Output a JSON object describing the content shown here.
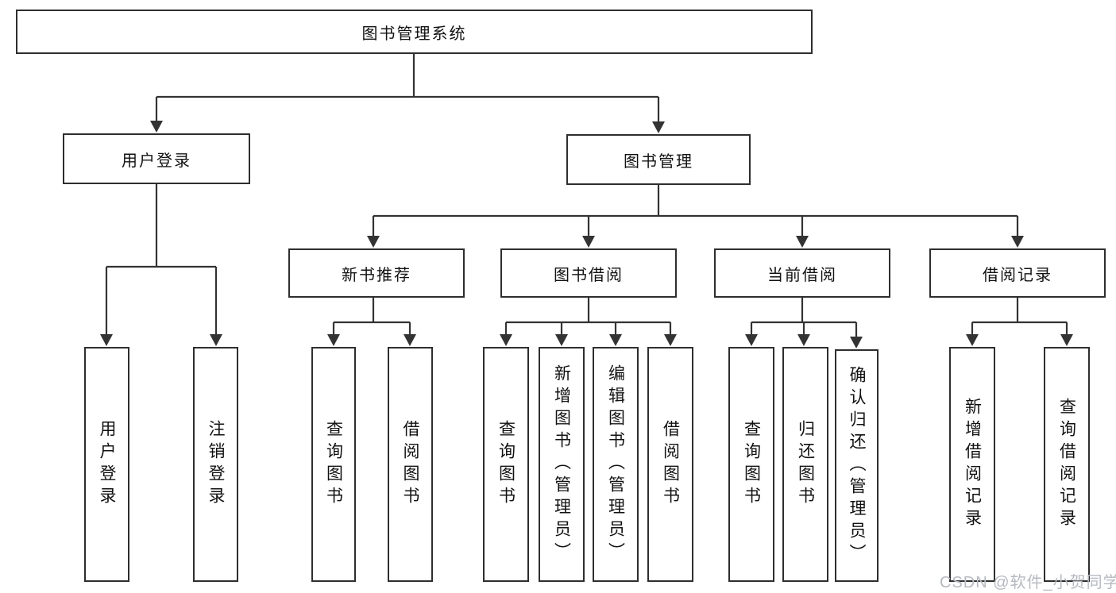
{
  "diagram": {
    "root": {
      "label": "图书管理系统"
    },
    "branches": [
      {
        "label": "用户登录",
        "children": [
          {
            "label": "用户登录"
          },
          {
            "label": "注销登录"
          }
        ]
      },
      {
        "label": "图书管理",
        "children": [
          {
            "label": "新书推荐",
            "children": [
              {
                "label": "查询图书"
              },
              {
                "label": "借阅图书"
              }
            ]
          },
          {
            "label": "图书借阅",
            "children": [
              {
                "label": "查询图书"
              },
              {
                "label": "新增图书（管理员）"
              },
              {
                "label": "编辑图书（管理员）"
              },
              {
                "label": "借阅图书"
              }
            ]
          },
          {
            "label": "当前借阅",
            "children": [
              {
                "label": "查询图书"
              },
              {
                "label": "归还图书"
              },
              {
                "label": "确认归还（管理员）"
              }
            ]
          },
          {
            "label": "借阅记录",
            "children": [
              {
                "label": "新增借阅记录"
              },
              {
                "label": "查询借阅记录"
              }
            ]
          }
        ]
      }
    ]
  },
  "watermark": {
    "text": "CSDN @软件_小贺同学"
  },
  "colors": {
    "line": "#333333",
    "box_border": "#2e2e2e",
    "text": "#121212",
    "watermark": "#b6bac0",
    "background": "#ffffff"
  }
}
